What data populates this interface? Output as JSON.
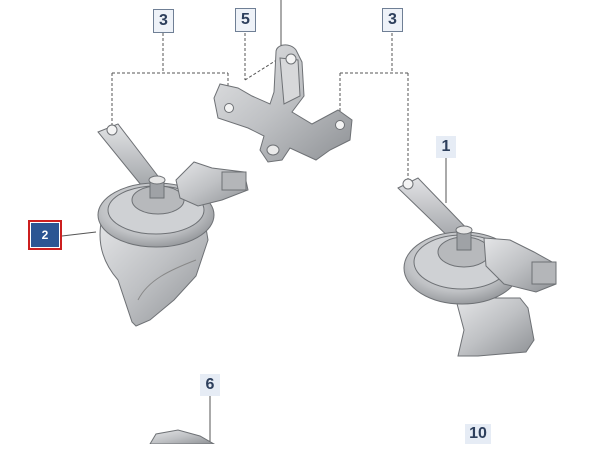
{
  "diagram": {
    "callouts": [
      {
        "id": "c3a",
        "label": "3"
      },
      {
        "id": "c5",
        "label": "5"
      },
      {
        "id": "c3b",
        "label": "3"
      },
      {
        "id": "c1",
        "label": "1"
      },
      {
        "id": "c2",
        "label": "2",
        "selected": true
      },
      {
        "id": "c6",
        "label": "6"
      },
      {
        "id": "c10",
        "label": "10"
      }
    ],
    "colors": {
      "part_metal": "#c4c6c9",
      "part_shadow": "#8d9094",
      "callout_text": "#2d3f5c",
      "selected_fill": "#2b5593",
      "selected_border": "#cc1f1f"
    }
  }
}
